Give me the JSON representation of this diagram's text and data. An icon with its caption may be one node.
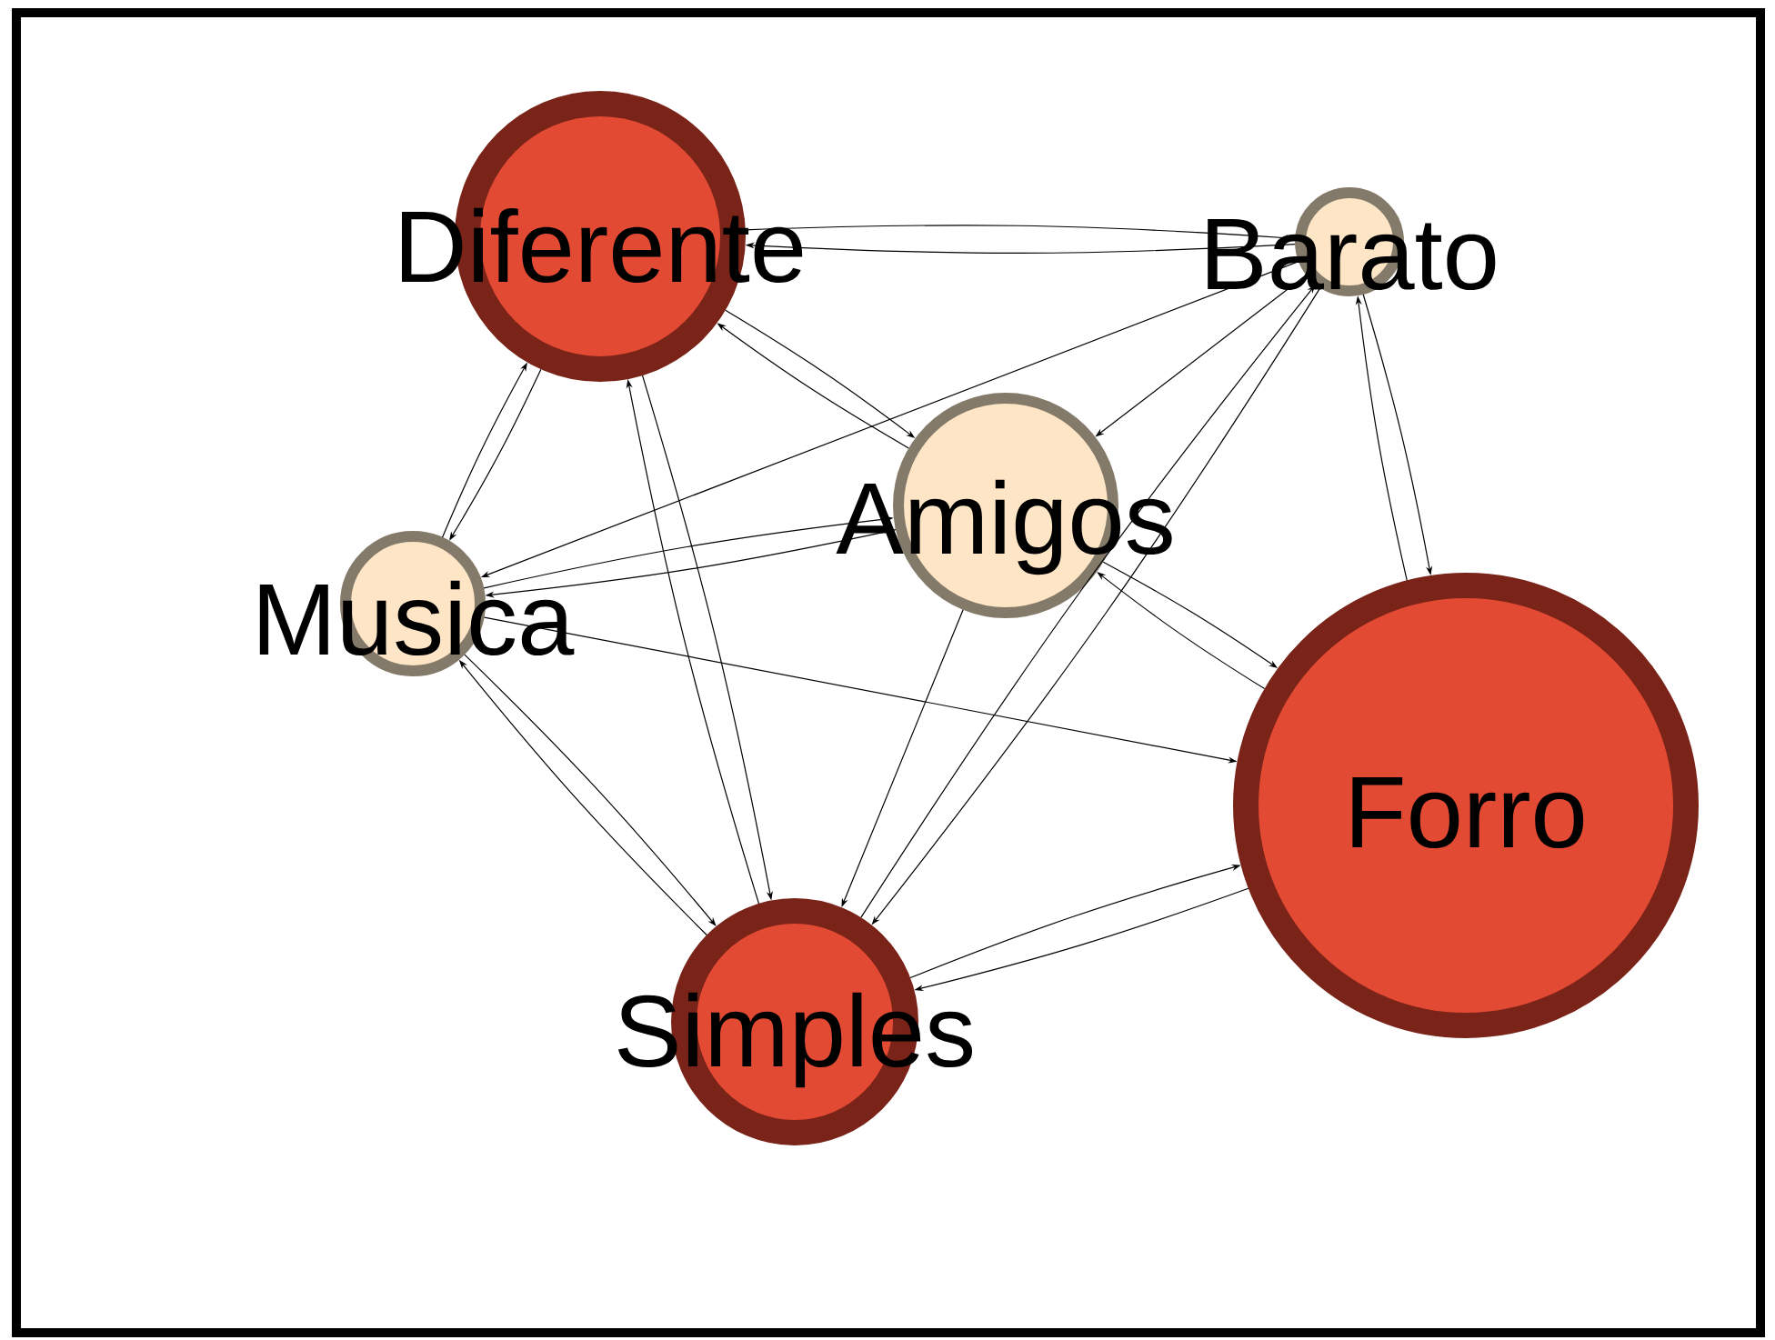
{
  "diagram": {
    "nodes": [
      {
        "text": [
          "Diferente"
        ]
      },
      {
        "text": [
          "Barato"
        ]
      },
      {
        "text": [
          "Amigos"
        ]
      },
      {
        "text": [
          "Musica"
        ]
      },
      {
        "text": [
          "Forro"
        ]
      },
      {
        "text": [
          "Simples"
        ]
      }
    ],
    "edges": [
      {
        "from": 0,
        "to": 1,
        "arrow": "to"
      },
      {
        "from": 1,
        "to": 0,
        "arrow": "to"
      },
      {
        "from": 0,
        "to": 2,
        "arrow": "to"
      },
      {
        "from": 2,
        "to": 0,
        "arrow": "to"
      },
      {
        "from": 0,
        "to": 3,
        "arrow": "to"
      },
      {
        "from": 3,
        "to": 0,
        "arrow": "to"
      },
      {
        "from": 0,
        "to": 5,
        "arrow": "to"
      },
      {
        "from": 5,
        "to": 0,
        "arrow": "to"
      },
      {
        "from": 1,
        "to": 2,
        "arrow": "to"
      },
      {
        "from": 1,
        "to": 3,
        "arrow": "to"
      },
      {
        "from": 1,
        "to": 5,
        "arrow": "to"
      },
      {
        "from": 5,
        "to": 1,
        "arrow": "to"
      },
      {
        "from": 1,
        "to": 4,
        "arrow": "to"
      },
      {
        "from": 4,
        "to": 1,
        "arrow": "to"
      },
      {
        "from": 2,
        "to": 3,
        "arrow": "to"
      },
      {
        "from": 3,
        "to": 2,
        "arrow": "to"
      },
      {
        "from": 2,
        "to": 4,
        "arrow": "to"
      },
      {
        "from": 4,
        "to": 2,
        "arrow": "to"
      },
      {
        "from": 2,
        "to": 5,
        "arrow": "to"
      },
      {
        "from": 3,
        "to": 4,
        "arrow": "to"
      },
      {
        "from": 5,
        "to": 3,
        "arrow": "to"
      },
      {
        "from": 3,
        "to": 5,
        "arrow": "to"
      },
      {
        "from": 4,
        "to": 5,
        "arrow": "to"
      },
      {
        "from": 5,
        "to": 4,
        "arrow": "to"
      }
    ]
  }
}
